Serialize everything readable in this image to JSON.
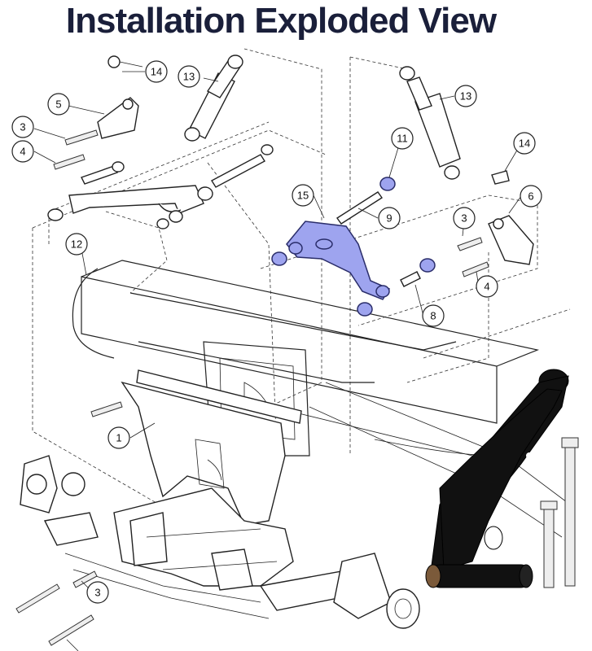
{
  "title": "Installation Exploded View",
  "callouts": {
    "n1": "1",
    "n3": "3",
    "n4": "4",
    "n5": "5",
    "n6": "6",
    "n8": "8",
    "n9": "9",
    "n11": "11",
    "n12": "12",
    "n13": "13",
    "n14": "14",
    "n15": "15"
  },
  "colors": {
    "highlight": "#9ea4ef",
    "title": "#1a1f3a"
  }
}
